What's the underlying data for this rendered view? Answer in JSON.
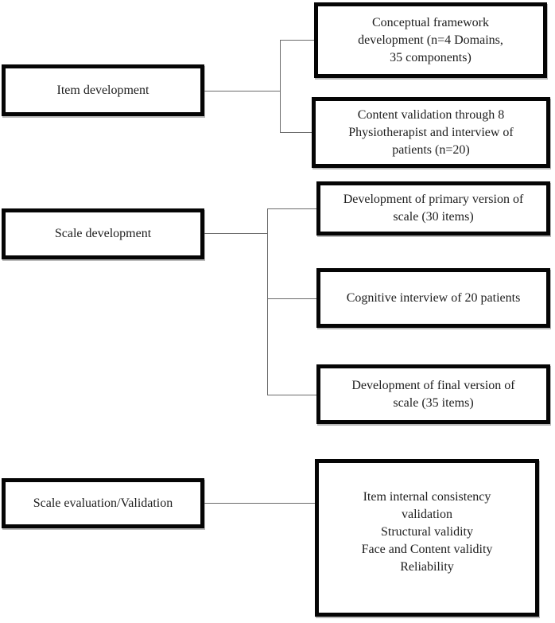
{
  "figure": {
    "type": "flowchart",
    "colors": {
      "background": "#ffffff",
      "box_border": "#050505",
      "text": "#1e1e1e",
      "connector": "#6b6b6b"
    },
    "sections": [
      {
        "name": "item-development",
        "left_label": "Item development",
        "right_boxes": [
          "Conceptual framework\ndevelopment (n=4 Domains,\n35 components)",
          "Content validation through 8\nPhysiotherapist and interview of\npatients (n=20)"
        ]
      },
      {
        "name": "scale-development",
        "left_label": "Scale development",
        "right_boxes": [
          "Development of primary version of\nscale (30 items)",
          "Cognitive interview of 20 patients",
          "Development of final version of\nscale (35 items)"
        ]
      },
      {
        "name": "scale-evaluation-validation",
        "left_label": "Scale evaluation/Validation",
        "right_boxes": [
          "Item internal consistency\nvalidation\nStructural validity\nFace and Content validity\nReliability"
        ]
      }
    ]
  }
}
